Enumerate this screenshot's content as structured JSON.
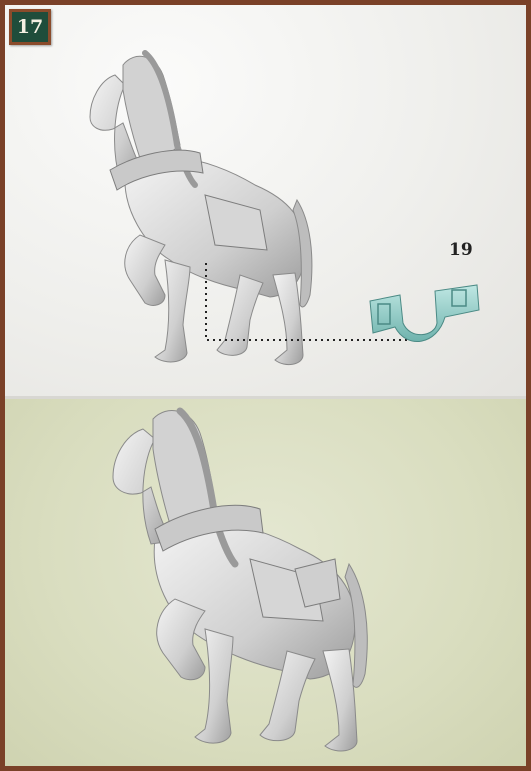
{
  "step": {
    "number": "17"
  },
  "part": {
    "number": "19",
    "color": "#8fcfc9"
  },
  "colors": {
    "frame": "#7a4128",
    "badge": "#1f4d3b",
    "top_background": "#efefec",
    "bottom_background": "#d9ddbf",
    "model": "#d9d9d9"
  },
  "panels": [
    "assembly-step",
    "assembled-result"
  ]
}
